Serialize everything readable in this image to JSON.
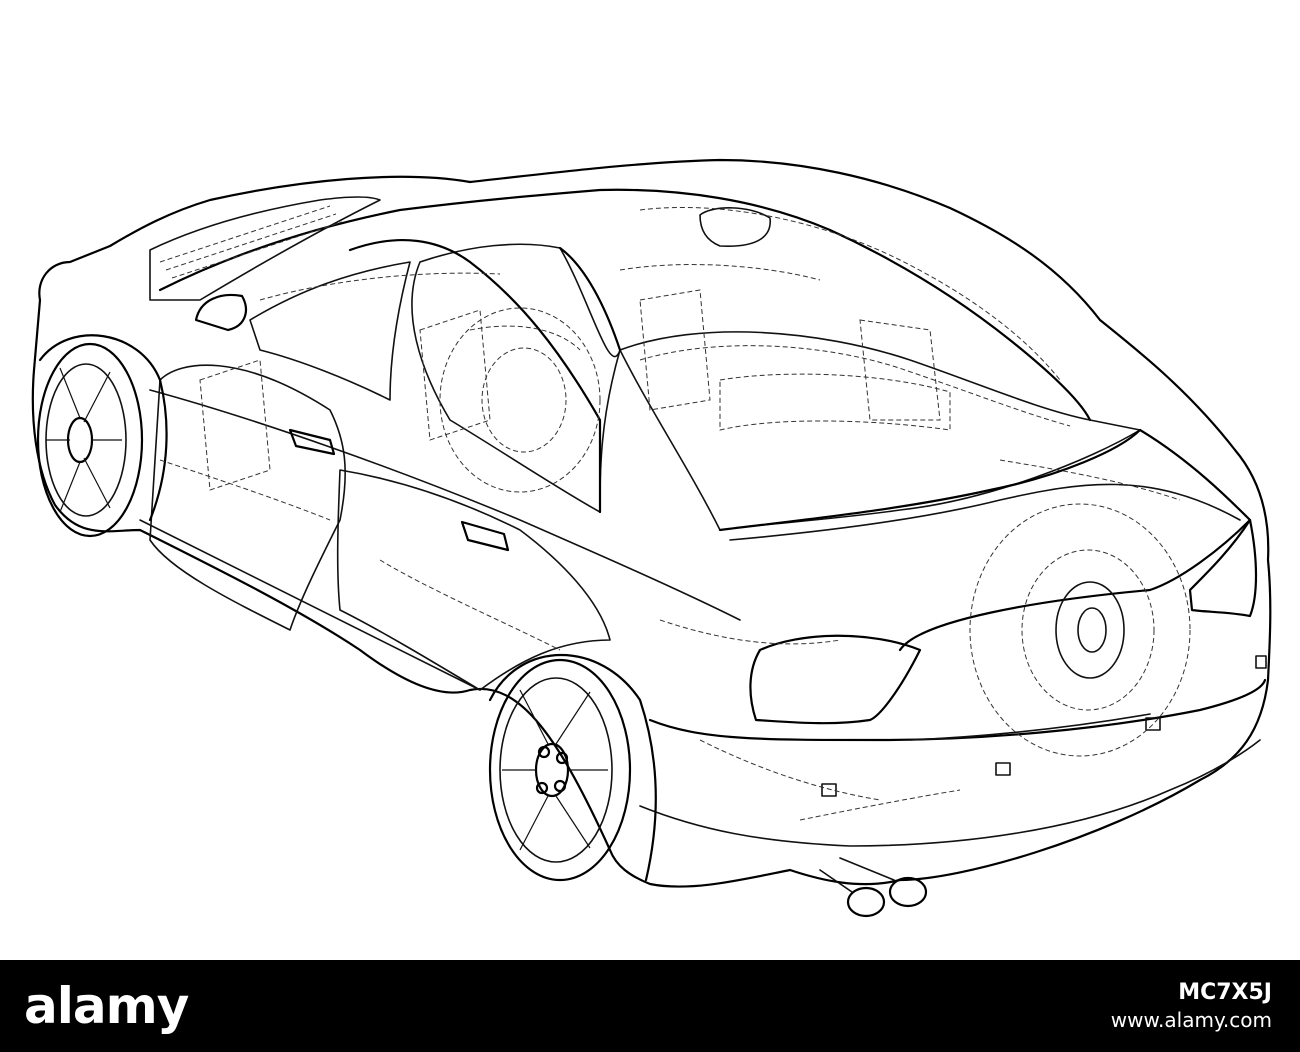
{
  "footer": {
    "brand": "alamy",
    "image_id": "MC7X5J",
    "site": "www.alamy.com"
  },
  "illustration": {
    "icon": "car-wireframe-icon"
  }
}
